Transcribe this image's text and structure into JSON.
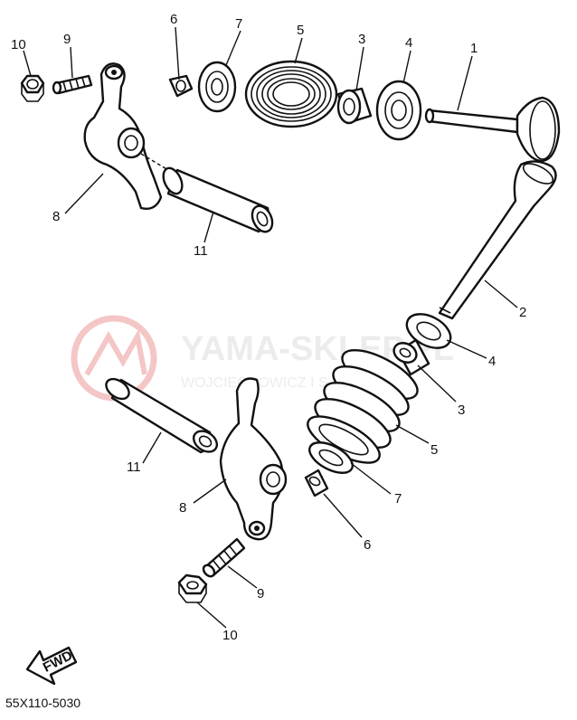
{
  "watermark": {
    "brand": "YAMA-SKLEP.PL",
    "tagline": "WOJCIECHOWICZ I S-KA YAMAHA"
  },
  "diagram_code": "55X110-5030",
  "fwd_label": "FWD",
  "callouts": {
    "c10a": "10",
    "c9a": "9",
    "c6a": "6",
    "c7a": "7",
    "c5a": "5",
    "c3a": "3",
    "c4a": "4",
    "c1": "1",
    "c8a": "8",
    "c11a": "11",
    "c2": "2",
    "c4b": "4",
    "c3b": "3",
    "c5b": "5",
    "c7b": "7",
    "c6b": "6",
    "c11b": "11",
    "c8b": "8",
    "c9b": "9",
    "c10b": "10"
  }
}
